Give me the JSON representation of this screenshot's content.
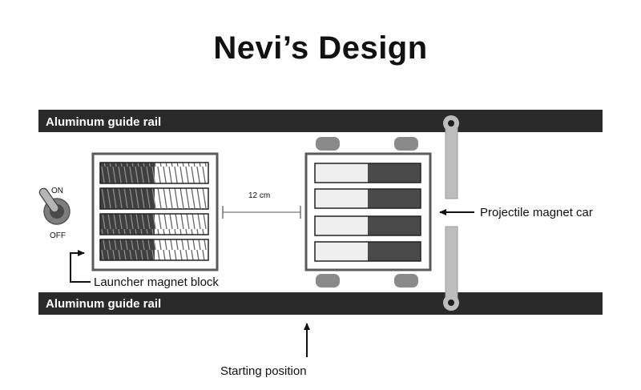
{
  "title": "Nevi’s Design",
  "rails": {
    "top_label": "Aluminum guide rail",
    "bottom_label": "Aluminum guide rail"
  },
  "switch": {
    "on_label": "ON",
    "off_label": "OFF"
  },
  "distance_label": "12 cm",
  "labels": {
    "projectile": "Projectile magnet car",
    "launcher": "Launcher magnet block",
    "start": "Starting position"
  },
  "colors": {
    "rail": "#2a2a2a",
    "dark_magnet": "#4a4a4a",
    "light_magnet": "#efefef",
    "wheel": "#8a8a8a",
    "post": "#bdbdbd"
  }
}
